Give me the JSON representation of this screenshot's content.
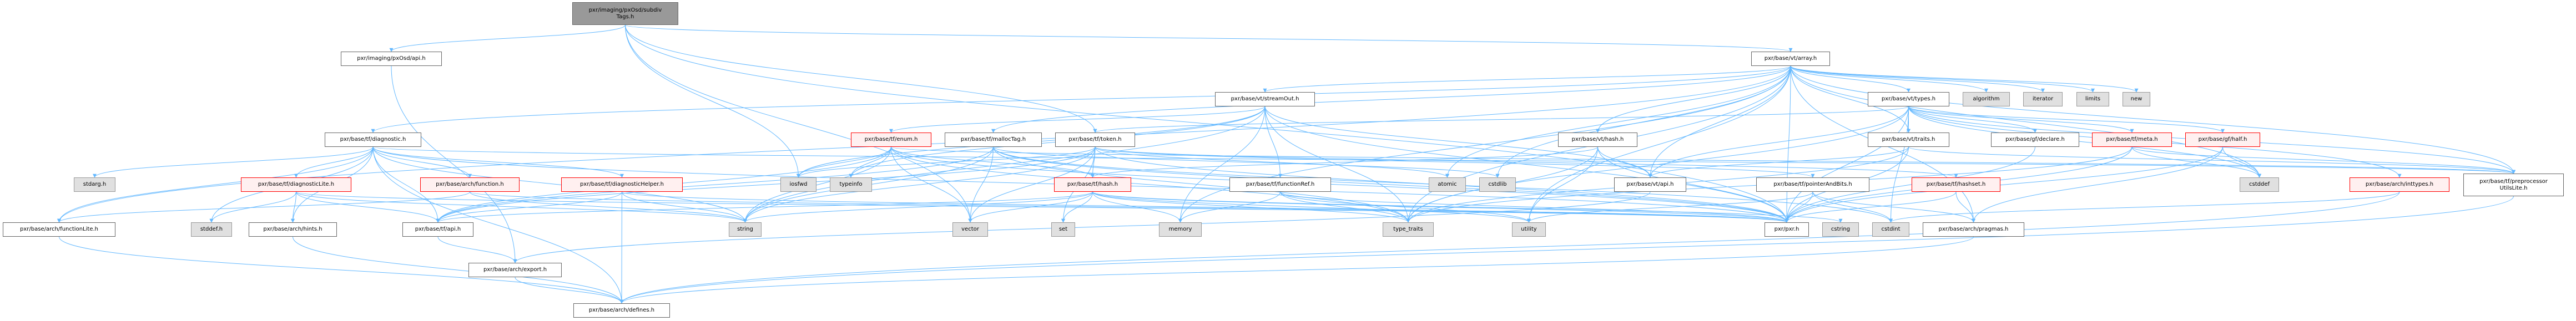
{
  "colors": {
    "edge": "#63b8ff",
    "root_fill": "#999999",
    "red_border": "#ff0000",
    "external_fill": "#e0e0e0"
  },
  "nodes": {
    "subdivTags": {
      "label": "pxr/imaging/pxOsd/subdiv\nTags.h",
      "kind": "root"
    },
    "pxOsdApi": {
      "label": "pxr/imaging/pxOsd/api.h",
      "kind": "normal"
    },
    "vtArray": {
      "label": "pxr/base/vt/array.h",
      "kind": "normal"
    },
    "vtStreamOut": {
      "label": "pxr/base/vt/streamOut.h",
      "kind": "normal"
    },
    "vtTypes": {
      "label": "pxr/base/vt/types.h",
      "kind": "normal"
    },
    "algorithm": {
      "label": "algorithm",
      "kind": "external"
    },
    "iterator": {
      "label": "iterator",
      "kind": "external"
    },
    "limits": {
      "label": "limits",
      "kind": "external"
    },
    "new": {
      "label": "new",
      "kind": "external"
    },
    "tfDiagnostic": {
      "label": "pxr/base/tf/diagnostic.h",
      "kind": "normal"
    },
    "tfEnum": {
      "label": "pxr/base/tf/enum.h",
      "kind": "truncated"
    },
    "tfMallocTag": {
      "label": "pxr/base/tf/mallocTag.h",
      "kind": "normal"
    },
    "tfToken": {
      "label": "pxr/base/tf/token.h",
      "kind": "normal"
    },
    "vtHash": {
      "label": "pxr/base/vt/hash.h",
      "kind": "normal"
    },
    "vtTraits": {
      "label": "pxr/base/vt/traits.h",
      "kind": "normal"
    },
    "gfDeclare": {
      "label": "pxr/base/gf/declare.h",
      "kind": "normal"
    },
    "tfMeta": {
      "label": "pxr/base/tf/meta.h",
      "kind": "truncated"
    },
    "gfHalf": {
      "label": "pxr/base/gf/half.h",
      "kind": "truncated"
    },
    "stdarg": {
      "label": "stdarg.h",
      "kind": "external"
    },
    "tfDiagnosticLite": {
      "label": "pxr/base/tf/diagnosticLite.h",
      "kind": "truncated"
    },
    "archFunction": {
      "label": "pxr/base/arch/function.h",
      "kind": "truncated"
    },
    "tfDiagnosticHelper": {
      "label": "pxr/base/tf/diagnosticHelper.h",
      "kind": "truncated"
    },
    "iosfwd": {
      "label": "iosfwd",
      "kind": "external"
    },
    "typeinfo": {
      "label": "typeinfo",
      "kind": "external"
    },
    "tfHash": {
      "label": "pxr/base/tf/hash.h",
      "kind": "truncated"
    },
    "tfFunctionRef": {
      "label": "pxr/base/tf/functionRef.h",
      "kind": "normal"
    },
    "atomic": {
      "label": "atomic",
      "kind": "external"
    },
    "cstdlib": {
      "label": "cstdlib",
      "kind": "external"
    },
    "vtApi": {
      "label": "pxr/base/vt/api.h",
      "kind": "normal"
    },
    "tfPointerAndBits": {
      "label": "pxr/base/tf/pointerAndBits.h",
      "kind": "normal"
    },
    "tfHashset": {
      "label": "pxr/base/tf/hashset.h",
      "kind": "truncated"
    },
    "cstddef": {
      "label": "cstddef",
      "kind": "external"
    },
    "archInttypes": {
      "label": "pxr/base/arch/inttypes.h",
      "kind": "truncated"
    },
    "tfPreprocessorUtilsLite": {
      "label": "pxr/base/tf/preprocessor\nUtilsLite.h",
      "kind": "normal"
    },
    "archFunctionLite": {
      "label": "pxr/base/arch/functionLite.h",
      "kind": "normal"
    },
    "stddef": {
      "label": "stddef.h",
      "kind": "external"
    },
    "archHints": {
      "label": "pxr/base/arch/hints.h",
      "kind": "normal"
    },
    "tfApi": {
      "label": "pxr/base/tf/api.h",
      "kind": "normal"
    },
    "string": {
      "label": "string",
      "kind": "external"
    },
    "vector": {
      "label": "vector",
      "kind": "external"
    },
    "set": {
      "label": "set",
      "kind": "external"
    },
    "memory": {
      "label": "memory",
      "kind": "external"
    },
    "typeTraits": {
      "label": "type_traits",
      "kind": "external"
    },
    "utility": {
      "label": "utility",
      "kind": "external"
    },
    "pxr": {
      "label": "pxr/pxr.h",
      "kind": "normal"
    },
    "cstring": {
      "label": "cstring",
      "kind": "external"
    },
    "cstdint": {
      "label": "cstdint",
      "kind": "external"
    },
    "archPragmas": {
      "label": "pxr/base/arch/pragmas.h",
      "kind": "normal"
    },
    "archExport": {
      "label": "pxr/base/arch/export.h",
      "kind": "normal"
    },
    "archDefines": {
      "label": "pxr/base/arch/defines.h",
      "kind": "normal"
    }
  },
  "edges": [
    [
      "subdivTags",
      "pxOsdApi"
    ],
    [
      "subdivTags",
      "vtArray"
    ],
    [
      "subdivTags",
      "tfToken"
    ],
    [
      "subdivTags",
      "iosfwd"
    ],
    [
      "subdivTags",
      "pxr"
    ],
    [
      "subdivTags",
      "vector"
    ],
    [
      "pxOsdApi",
      "archExport"
    ],
    [
      "vtArray",
      "pxr"
    ],
    [
      "vtArray",
      "vtApi"
    ],
    [
      "vtArray",
      "vtHash"
    ],
    [
      "vtArray",
      "vtStreamOut"
    ],
    [
      "vtArray",
      "vtTraits"
    ],
    [
      "vtArray",
      "vtTypes"
    ],
    [
      "vtArray",
      "archFunctionLite"
    ],
    [
      "vtArray",
      "archPragmas"
    ],
    [
      "vtArray",
      "tfDiagnostic"
    ],
    [
      "vtArray",
      "tfMallocTag"
    ],
    [
      "vtArray",
      "tfPreprocessorUtilsLite"
    ],
    [
      "vtArray",
      "algorithm"
    ],
    [
      "vtArray",
      "atomic"
    ],
    [
      "vtArray",
      "cstddef"
    ],
    [
      "vtArray",
      "cstdlib"
    ],
    [
      "vtArray",
      "iterator"
    ],
    [
      "vtArray",
      "limits"
    ],
    [
      "vtArray",
      "memory"
    ],
    [
      "vtArray",
      "new"
    ],
    [
      "vtArray",
      "typeTraits"
    ],
    [
      "vtArray",
      "utility"
    ],
    [
      "vtStreamOut",
      "pxr"
    ],
    [
      "vtStreamOut",
      "vtApi"
    ],
    [
      "vtStreamOut",
      "tfEnum"
    ],
    [
      "vtStreamOut",
      "tfFunctionRef"
    ],
    [
      "vtStreamOut",
      "typeinfo"
    ],
    [
      "vtStreamOut",
      "iosfwd"
    ],
    [
      "vtStreamOut",
      "string"
    ],
    [
      "vtStreamOut",
      "memory"
    ],
    [
      "vtStreamOut",
      "typeTraits"
    ],
    [
      "vtTypes",
      "pxr"
    ],
    [
      "vtTypes",
      "vtApi"
    ],
    [
      "vtTypes",
      "vtTraits"
    ],
    [
      "vtTypes",
      "archInttypes"
    ],
    [
      "vtTypes",
      "gfDeclare"
    ],
    [
      "vtTypes",
      "gfHalf"
    ],
    [
      "vtTypes",
      "tfMeta"
    ],
    [
      "vtTypes",
      "tfPreprocessorUtilsLite"
    ],
    [
      "vtTypes",
      "tfToken"
    ],
    [
      "vtTypes",
      "cstddef"
    ],
    [
      "vtTypes",
      "cstdint"
    ],
    [
      "vtTypes",
      "typeTraits"
    ],
    [
      "tfDiagnostic",
      "pxr"
    ],
    [
      "tfDiagnostic",
      "tfApi"
    ],
    [
      "tfDiagnostic",
      "tfDiagnosticLite"
    ],
    [
      "tfDiagnostic",
      "tfDiagnosticHelper"
    ],
    [
      "tfDiagnostic",
      "archFunction"
    ],
    [
      "tfDiagnostic",
      "archHints"
    ],
    [
      "tfDiagnostic",
      "archDefines"
    ],
    [
      "tfDiagnostic",
      "tfPreprocessorUtilsLite"
    ],
    [
      "tfDiagnostic",
      "stdarg"
    ],
    [
      "tfDiagnostic",
      "stddef"
    ],
    [
      "tfDiagnostic",
      "string"
    ],
    [
      "tfDiagnostic",
      "archFunctionLite"
    ],
    [
      "tfEnum",
      "pxr"
    ],
    [
      "tfEnum",
      "tfApi"
    ],
    [
      "tfEnum",
      "tfHash"
    ],
    [
      "tfEnum",
      "tfPreprocessorUtilsLite"
    ],
    [
      "tfEnum",
      "iosfwd"
    ],
    [
      "tfEnum",
      "string"
    ],
    [
      "tfEnum",
      "typeinfo"
    ],
    [
      "tfEnum",
      "vector"
    ],
    [
      "tfEnum",
      "typeTraits"
    ],
    [
      "tfMallocTag",
      "pxr"
    ],
    [
      "tfMallocTag",
      "tfApi"
    ],
    [
      "tfMallocTag",
      "cstdlib"
    ],
    [
      "tfMallocTag",
      "cstdint"
    ],
    [
      "tfMallocTag",
      "string"
    ],
    [
      "tfMallocTag",
      "vector"
    ],
    [
      "tfMallocTag",
      "typeTraits"
    ],
    [
      "tfToken",
      "pxr"
    ],
    [
      "tfToken",
      "tfApi"
    ],
    [
      "tfToken",
      "tfHash"
    ],
    [
      "tfToken",
      "tfPointerAndBits"
    ],
    [
      "tfToken",
      "tfHashset"
    ],
    [
      "tfToken",
      "atomic"
    ],
    [
      "tfToken",
      "iosfwd"
    ],
    [
      "tfToken",
      "set"
    ],
    [
      "tfToken",
      "string"
    ],
    [
      "tfToken",
      "vector"
    ],
    [
      "vtHash",
      "pxr"
    ],
    [
      "vtHash",
      "vtApi"
    ],
    [
      "vtHash",
      "tfHash"
    ],
    [
      "vtHash",
      "typeTraits"
    ],
    [
      "vtHash",
      "utility"
    ],
    [
      "vtTraits",
      "pxr"
    ],
    [
      "vtTraits",
      "vtApi"
    ],
    [
      "vtTraits",
      "tfPreprocessorUtilsLite"
    ],
    [
      "vtTraits",
      "typeTraits"
    ],
    [
      "gfDeclare",
      "pxr"
    ],
    [
      "tfMeta",
      "pxr"
    ],
    [
      "tfMeta",
      "tfPreprocessorUtilsLite"
    ],
    [
      "tfMeta",
      "cstddef"
    ],
    [
      "tfMeta",
      "typeTraits"
    ],
    [
      "gfHalf",
      "pxr"
    ],
    [
      "gfHalf",
      "archPragmas"
    ],
    [
      "gfHalf",
      "cstddef"
    ],
    [
      "tfDiagnosticLite",
      "pxr"
    ],
    [
      "tfDiagnosticLite",
      "tfApi"
    ],
    [
      "tfDiagnosticLite",
      "archHints"
    ],
    [
      "tfDiagnosticLite",
      "stddef"
    ],
    [
      "tfDiagnosticLite",
      "string"
    ],
    [
      "archFunction",
      "pxr"
    ],
    [
      "archFunction",
      "archFunctionLite"
    ],
    [
      "archFunction",
      "string"
    ],
    [
      "tfDiagnosticHelper",
      "pxr"
    ],
    [
      "tfDiagnosticHelper",
      "tfApi"
    ],
    [
      "tfDiagnosticHelper",
      "archDefines"
    ],
    [
      "tfDiagnosticHelper",
      "string"
    ],
    [
      "tfHash",
      "pxr"
    ],
    [
      "tfHash",
      "tfApi"
    ],
    [
      "tfHash",
      "memory"
    ],
    [
      "tfHash",
      "set"
    ],
    [
      "tfHash",
      "vector"
    ],
    [
      "tfHash",
      "string"
    ],
    [
      "tfHash",
      "cstring"
    ],
    [
      "tfHash",
      "utility"
    ],
    [
      "tfHash",
      "typeTraits"
    ],
    [
      "tfFunctionRef",
      "pxr"
    ],
    [
      "tfFunctionRef",
      "memory"
    ],
    [
      "tfFunctionRef",
      "typeTraits"
    ],
    [
      "tfFunctionRef",
      "utility"
    ],
    [
      "vtApi",
      "archExport"
    ],
    [
      "tfPointerAndBits",
      "pxr"
    ],
    [
      "tfPointerAndBits",
      "cstdint"
    ],
    [
      "tfPointerAndBits",
      "archPragmas"
    ],
    [
      "tfPointerAndBits",
      "utility"
    ],
    [
      "tfHashset",
      "pxr"
    ],
    [
      "tfHashset",
      "archPragmas"
    ],
    [
      "archInttypes",
      "archDefines"
    ],
    [
      "archInttypes",
      "cstdint"
    ],
    [
      "tfPreprocessorUtilsLite",
      "archDefines"
    ],
    [
      "archFunctionLite",
      "archDefines"
    ],
    [
      "archHints",
      "archDefines"
    ],
    [
      "tfApi",
      "archExport"
    ],
    [
      "archExport",
      "archDefines"
    ],
    [
      "archPragmas",
      "archDefines"
    ]
  ]
}
